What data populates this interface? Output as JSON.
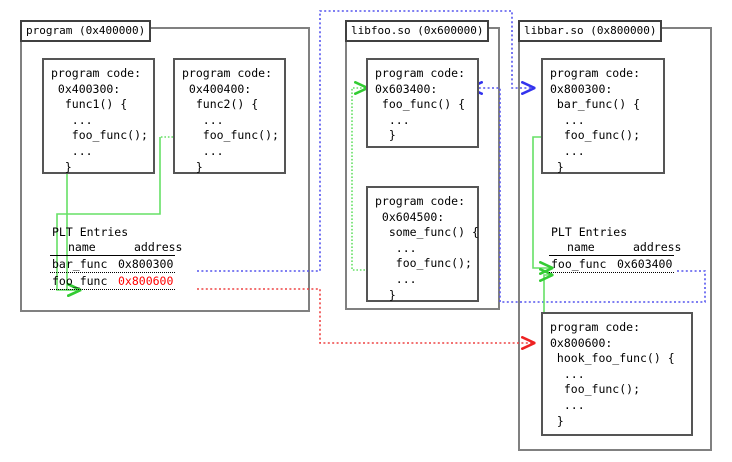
{
  "diagram": {
    "title": "PLT / GOT function hooking across shared objects",
    "colors": {
      "module_border": "#808080",
      "codebox_border": "#555555",
      "green": "#55dd55",
      "blue": "#4444ee",
      "red": "#ee3333",
      "red_text": "#ff0000",
      "text": "#000000",
      "background": "#ffffff"
    }
  },
  "modules": [
    {
      "id": "program",
      "title": "program (0x400000)",
      "code_blocks": [
        {
          "id": "func1",
          "lines": [
            "program code:",
            " 0x400300:",
            "  func1() {",
            "",
            "   ...",
            "   foo_func();",
            "   ...",
            "  }"
          ]
        },
        {
          "id": "func2",
          "lines": [
            "program code:",
            " 0x400400:",
            "  func2() {",
            "",
            "   ...",
            "   foo_func();",
            "   ...",
            "  }"
          ]
        }
      ],
      "plt": {
        "title": "PLT Entries",
        "columns": [
          "name",
          "address"
        ],
        "rows": [
          {
            "name": "bar_func",
            "address": "0x800300",
            "highlighted": false
          },
          {
            "name": "foo_func",
            "address": "0x800600",
            "highlighted": true
          }
        ]
      }
    },
    {
      "id": "libfoo",
      "title": "libfoo.so (0x600000)",
      "code_blocks": [
        {
          "id": "foo_func",
          "lines": [
            "program code:",
            "0x603400:",
            " foo_func() {",
            "",
            "  ...",
            "  }"
          ]
        },
        {
          "id": "some_func",
          "lines": [
            "program code:",
            " 0x604500:",
            "  some_func() {",
            "",
            "   ...",
            "   foo_func();",
            "   ...",
            "  }"
          ]
        }
      ],
      "plt": null
    },
    {
      "id": "libbar",
      "title": "libbar.so (0x800000)",
      "code_blocks": [
        {
          "id": "bar_func",
          "lines": [
            "program code:",
            "0x800300:",
            " bar_func() {",
            "",
            "  ...",
            "  foo_func();",
            "  ...",
            " }"
          ]
        },
        {
          "id": "hook_foo_func",
          "lines": [
            "program code:",
            "0x800600:",
            " hook_foo_func() {",
            "",
            "  ...",
            "  foo_func();",
            "  ...",
            " }"
          ]
        }
      ],
      "plt": {
        "title": "PLT Entries",
        "columns": [
          "name",
          "address"
        ],
        "rows": [
          {
            "name": "foo_func",
            "address": "0x603400",
            "highlighted": false
          }
        ]
      }
    }
  ],
  "connections": [
    {
      "id": "func1-to-plt-foo",
      "color": "green",
      "style": "solid",
      "from": "program.func1.foo_func",
      "to": "program.plt.foo_func"
    },
    {
      "id": "func2-to-plt-foo",
      "color": "green",
      "style": "dotted-solid",
      "from": "program.func2.foo_func",
      "to": "program.plt.foo_func"
    },
    {
      "id": "plt-bar-to-libbar-barfunc",
      "color": "blue",
      "style": "dotted",
      "from": "program.plt.bar_func",
      "to": "libbar.bar_func"
    },
    {
      "id": "plt-foo-to-libbar-hook",
      "color": "red",
      "style": "dotted",
      "from": "program.plt.foo_func",
      "to": "libbar.hook_foo_func"
    },
    {
      "id": "libbar-plt-foo-to-libfoo-foofunc",
      "color": "blue",
      "style": "dotted",
      "from": "libbar.plt.foo_func",
      "to": "libfoo.foo_func"
    },
    {
      "id": "libfoo-somefunc-to-libfoo-foofunc",
      "color": "green",
      "style": "dotted",
      "from": "libfoo.some_func.foo_func",
      "to": "libfoo.foo_func"
    },
    {
      "id": "libbar-barfunc-to-libbar-plt",
      "color": "green",
      "style": "solid",
      "from": "libbar.bar_func.foo_func",
      "to": "libbar.plt.foo_func"
    },
    {
      "id": "libbar-hook-to-libbar-plt",
      "color": "green",
      "style": "solid",
      "from": "libbar.hook_foo_func.foo_func",
      "to": "libbar.plt.foo_func"
    }
  ]
}
